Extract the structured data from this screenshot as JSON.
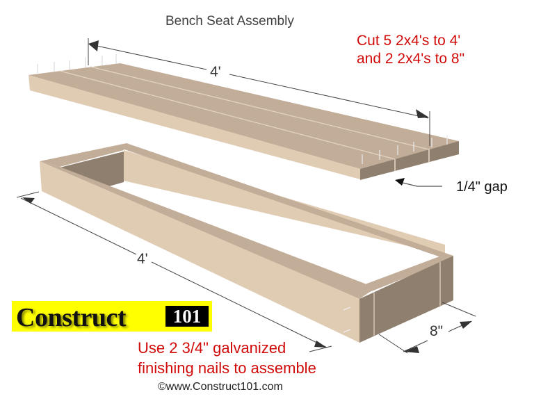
{
  "diagram": {
    "title": "Bench Seat Assembly",
    "cut_list": {
      "line1": "Cut 5 2x4's to 4'",
      "line2": "and 2 2x4's to 8\""
    },
    "dimensions": {
      "seat_length": "4'",
      "frame_length": "4'",
      "frame_width": "8\"",
      "slat_gap": "1/4\" gap"
    },
    "nail_note": {
      "line1": "Use 2 3/4\" galvanized",
      "line2": "finishing nails to assemble"
    },
    "logo": {
      "word": "Construct",
      "number": "101"
    },
    "copyright": "©www.Construct101.com",
    "colors": {
      "wood_top": "#c2ad98",
      "wood_side_light": "#e0cbb3",
      "wood_end_dark": "#8f7f6f",
      "annotation_red": "#d10a0a",
      "logo_yellow": "#ffff00"
    }
  }
}
